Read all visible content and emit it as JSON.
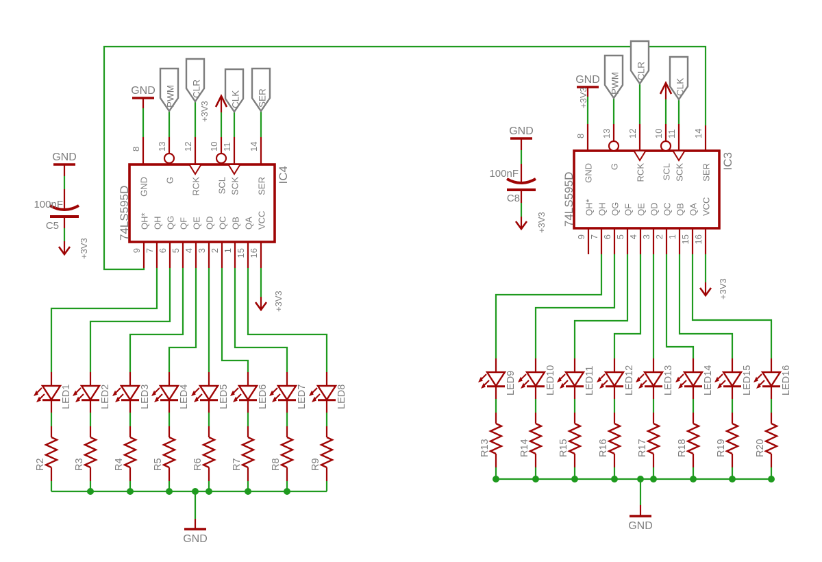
{
  "colors": {
    "wire_green": "#1e9a1e",
    "component_maroon": "#9e0404",
    "label_gray": "#7d7d7d"
  },
  "left": {
    "ic": {
      "ref": "IC4",
      "value": "74LS595D",
      "top_pins": [
        {
          "number": "8",
          "name": "GND"
        },
        {
          "number": "13",
          "name": "G"
        },
        {
          "number": "12",
          "name": "RCK"
        },
        {
          "number": "10",
          "name": "SCL"
        },
        {
          "number": "11",
          "name": "SCK"
        },
        {
          "number": "14",
          "name": "SER"
        }
      ],
      "bottom_pins": [
        {
          "number": "9",
          "name": "QH*"
        },
        {
          "number": "7",
          "name": "QH"
        },
        {
          "number": "6",
          "name": "QG"
        },
        {
          "number": "5",
          "name": "QF"
        },
        {
          "number": "4",
          "name": "QE"
        },
        {
          "number": "3",
          "name": "QD"
        },
        {
          "number": "2",
          "name": "QC"
        },
        {
          "number": "1",
          "name": "QB"
        },
        {
          "number": "15",
          "name": "QA"
        },
        {
          "number": "16",
          "name": "VCC"
        }
      ]
    },
    "flags": {
      "gnd": "GND",
      "pwm": "PWM",
      "clr": "CLR",
      "clk": "CLK",
      "ser": "SER"
    },
    "supplies": {
      "pin10": "+3V3",
      "pin16": "+3V3",
      "cap_bottom": "+3V3"
    },
    "cap": {
      "ref": "C5",
      "value": "100nF",
      "gnd": "GND"
    },
    "leds": [
      "LED1",
      "LED2",
      "LED3",
      "LED4",
      "LED5",
      "LED6",
      "LED7",
      "LED8"
    ],
    "resistors": [
      "R2",
      "R3",
      "R4",
      "R5",
      "R6",
      "R7",
      "R8",
      "R9"
    ],
    "gnd_rail": "GND"
  },
  "right": {
    "ic": {
      "ref": "IC3",
      "value": "74LS595D",
      "top_pins": [
        {
          "number": "8",
          "name": "GND"
        },
        {
          "number": "13",
          "name": "G"
        },
        {
          "number": "12",
          "name": "RCK"
        },
        {
          "number": "10",
          "name": "SCL"
        },
        {
          "number": "11",
          "name": "SCK"
        },
        {
          "number": "14",
          "name": "SER"
        }
      ],
      "bottom_pins": [
        {
          "number": "9",
          "name": "QH*"
        },
        {
          "number": "7",
          "name": "QH"
        },
        {
          "number": "6",
          "name": "QG"
        },
        {
          "number": "5",
          "name": "QF"
        },
        {
          "number": "4",
          "name": "QE"
        },
        {
          "number": "3",
          "name": "QD"
        },
        {
          "number": "2",
          "name": "QC"
        },
        {
          "number": "1",
          "name": "QB"
        },
        {
          "number": "15",
          "name": "QA"
        },
        {
          "number": "16",
          "name": "VCC"
        }
      ]
    },
    "flags": {
      "gnd": "GND",
      "pwm": "PWM",
      "clr": "CLR",
      "clk": "CLK"
    },
    "supplies": {
      "pin10": "+3V3",
      "pin16": "+3V3",
      "cap_bottom": "+3V3"
    },
    "cap": {
      "ref": "C8",
      "value": "100nF",
      "gnd": "GND"
    },
    "leds": [
      "LED9",
      "LED10",
      "LED11",
      "LED12",
      "LED13",
      "LED14",
      "LED15",
      "LED16"
    ],
    "resistors": [
      "R13",
      "R14",
      "R15",
      "R16",
      "R17",
      "R18",
      "R19",
      "R20"
    ],
    "gnd_rail": "GND"
  }
}
